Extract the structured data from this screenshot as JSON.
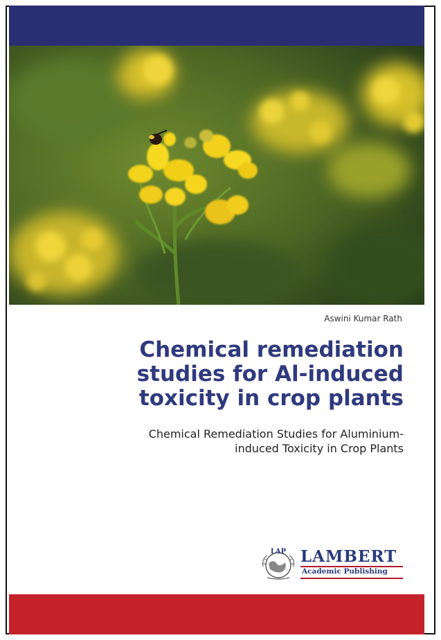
{
  "cover": {
    "author": "Aswini Kumar Rath",
    "title_lines": [
      "Chemical remediation",
      "studies for Al-induced",
      "toxicity in crop plants"
    ],
    "subtitle_lines": [
      "Chemical Remediation Studies for Aluminium-",
      "induced Toxicity in Crop Plants"
    ],
    "photo_icon": "yellow-flower-photo",
    "colors": {
      "top_band": "#2a2f73",
      "bottom_band": "#c4222b",
      "title": "#2f3a7d",
      "photo_background": "#4f6a26",
      "flower": "#f2d21b"
    }
  },
  "publisher": {
    "emblem_text": "LAP",
    "name": "LAMBERT",
    "tagline": "Academic Publishing",
    "emblem_icon": "globe-emblem-icon"
  }
}
